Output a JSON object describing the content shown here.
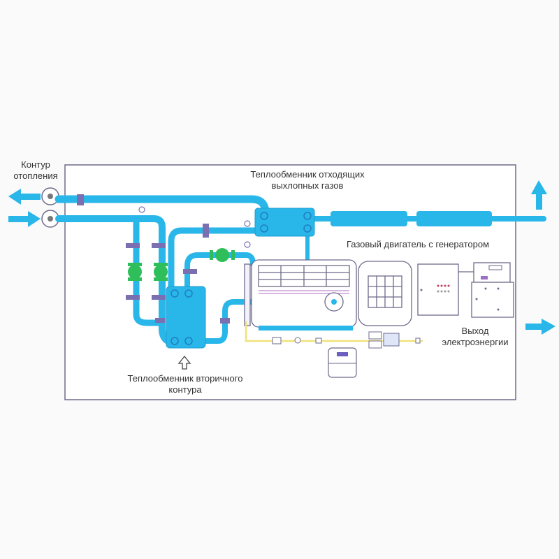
{
  "colors": {
    "background": "#fafafa",
    "frame": "#6e6a8a",
    "pipe": "#29b6e8",
    "pipe_edge": "#1f9fd0",
    "valve": "#7a6fb0",
    "pump": "#2fbf5a",
    "gas_line": "#f2e27a",
    "equipment_outline": "#6e6a8a",
    "text": "#333333"
  },
  "labels": {
    "heating_circuit": {
      "line1": "Контур",
      "line2": "отопления"
    },
    "exhaust_heat_exchanger": {
      "line1": "Теплообменник отходящих",
      "line2": "выхлопных газов"
    },
    "gas_engine_generator": {
      "line1": "Газовый двигатель с генератором"
    },
    "secondary_heat_exchanger": {
      "line1": "Теплообменник вторичного",
      "line2": "контура"
    },
    "power_output": {
      "line1": "Выход",
      "line2": "электроэнергии"
    }
  },
  "icons": {
    "outflow_arrow": "arrow-left-icon",
    "inflow_arrow": "arrow-right-icon",
    "exhaust_arrow": "arrow-up-icon",
    "power_arrow": "arrow-right-icon",
    "pointer_arrow": "hollow-arrow-up-icon"
  }
}
